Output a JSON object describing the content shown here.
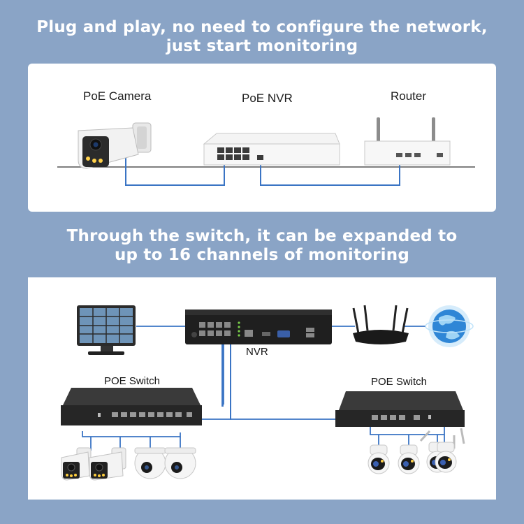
{
  "headline_top": {
    "line1": "Plug and play, no need to configure the network,",
    "line2": "just start monitoring"
  },
  "headline_middle": {
    "line1": "Through the switch, it can be expanded to",
    "line2": "up to 16 channels of monitoring"
  },
  "top_panel": {
    "camera_label": "PoE Camera",
    "nvr_label": "PoE NVR",
    "router_label": "Router"
  },
  "bottom_panel": {
    "nvr_label": "NVR",
    "left_switch_label": "POE Switch",
    "right_switch_label": "POE Switch"
  },
  "colors": {
    "background": "#8aa4c6",
    "cable": "#3a74c4",
    "panel": "#ffffff"
  },
  "icons": [
    "bullet-camera-icon",
    "nvr-device-icon",
    "router-icon",
    "monitor-icon",
    "wifi-router-icon",
    "globe-icon",
    "poe-switch-icon",
    "dome-camera-icon",
    "ptz-camera-icon"
  ]
}
